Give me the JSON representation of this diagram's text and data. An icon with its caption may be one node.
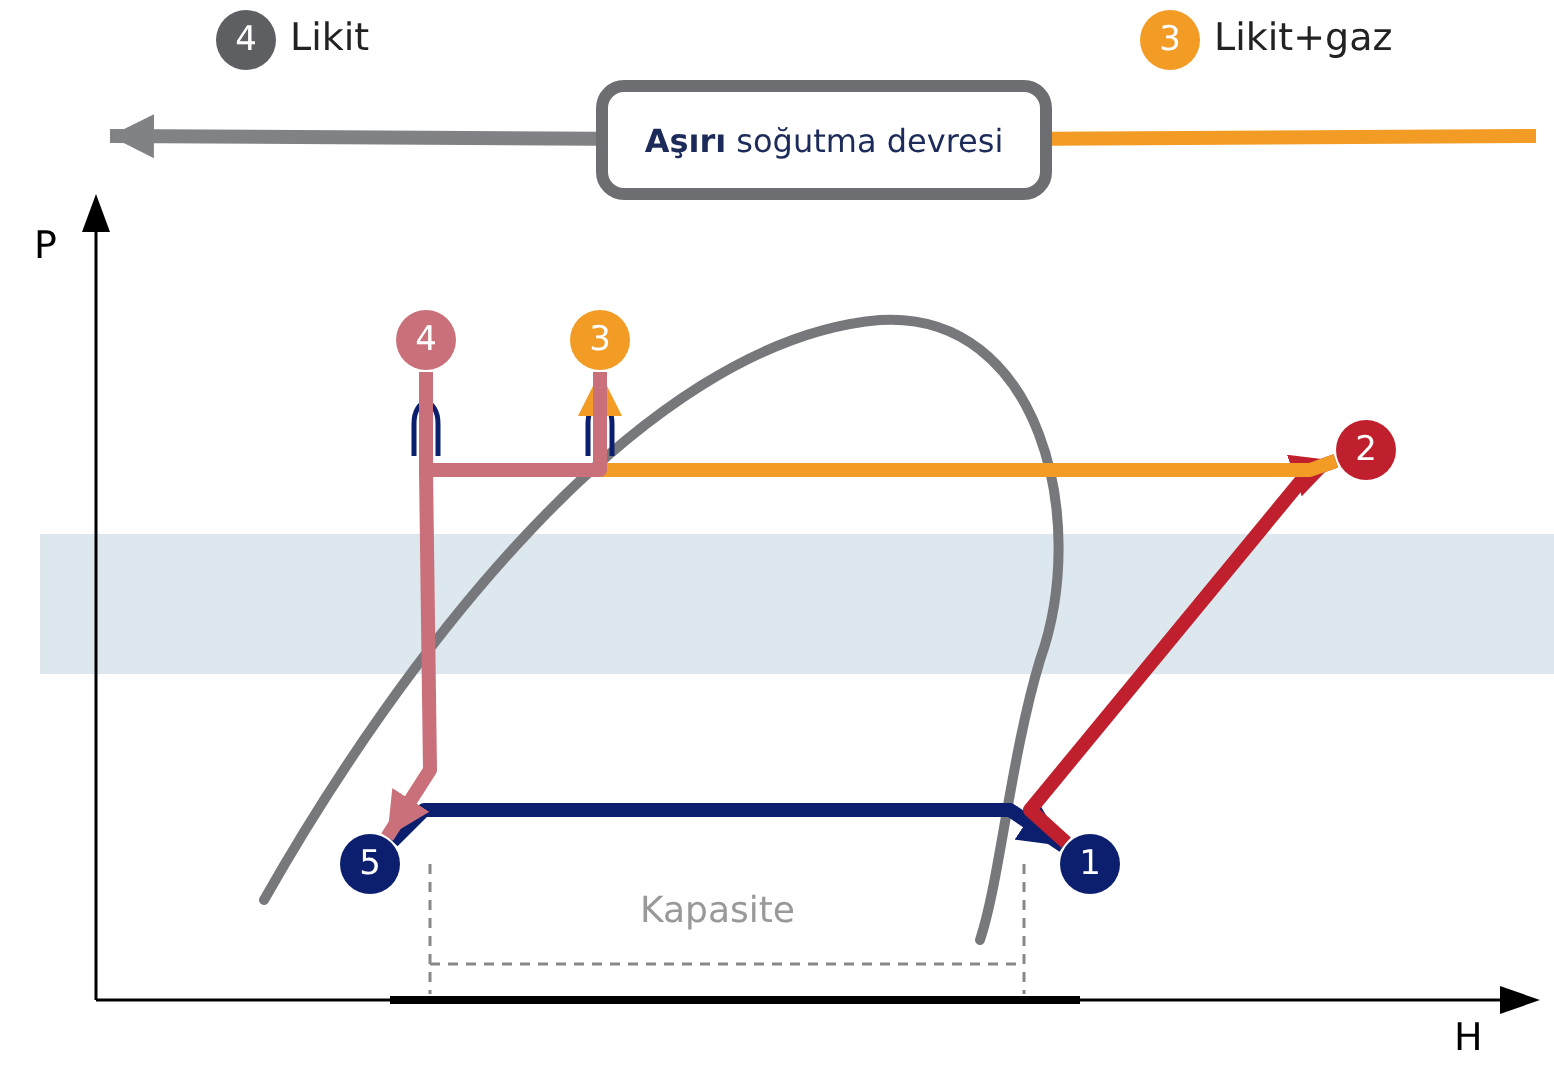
{
  "diagram": {
    "nodes": [
      {
        "text": [
          "**Aşırı** soğutma devresi"
        ]
      },
      {
        "text": [
          "4"
        ],
        "beside": [
          "Likit"
        ]
      },
      {
        "text": [
          "3"
        ],
        "beside": [
          "Likit+gaz"
        ]
      },
      {
        "text": [
          "4"
        ]
      },
      {
        "text": [
          "3"
        ]
      },
      {
        "text": [
          "2"
        ]
      },
      {
        "text": [
          "1"
        ]
      },
      {
        "text": [
          "5"
        ]
      }
    ],
    "edges": [
      {
        "from": 0,
        "to": null,
        "arrow": "to",
        "color": "#808285"
      },
      {
        "from": null,
        "to": 0,
        "arrow": "none",
        "color": "#f29c26"
      },
      {
        "from": 7,
        "to": 6,
        "arrow": "to",
        "color": "#0b1f6e"
      },
      {
        "from": 6,
        "to": 5,
        "arrow": "to",
        "color": "#c0202e"
      },
      {
        "from": 5,
        "to": 4,
        "arrow": "to",
        "color": "#f29c26"
      },
      {
        "from": 4,
        "to": 3,
        "arrow": "none",
        "color": "#c9707a"
      },
      {
        "from": 3,
        "to": 7,
        "arrow": "to",
        "color": "#c9707a"
      }
    ],
    "labels": [
      "P",
      "H",
      "Kapasite"
    ]
  }
}
